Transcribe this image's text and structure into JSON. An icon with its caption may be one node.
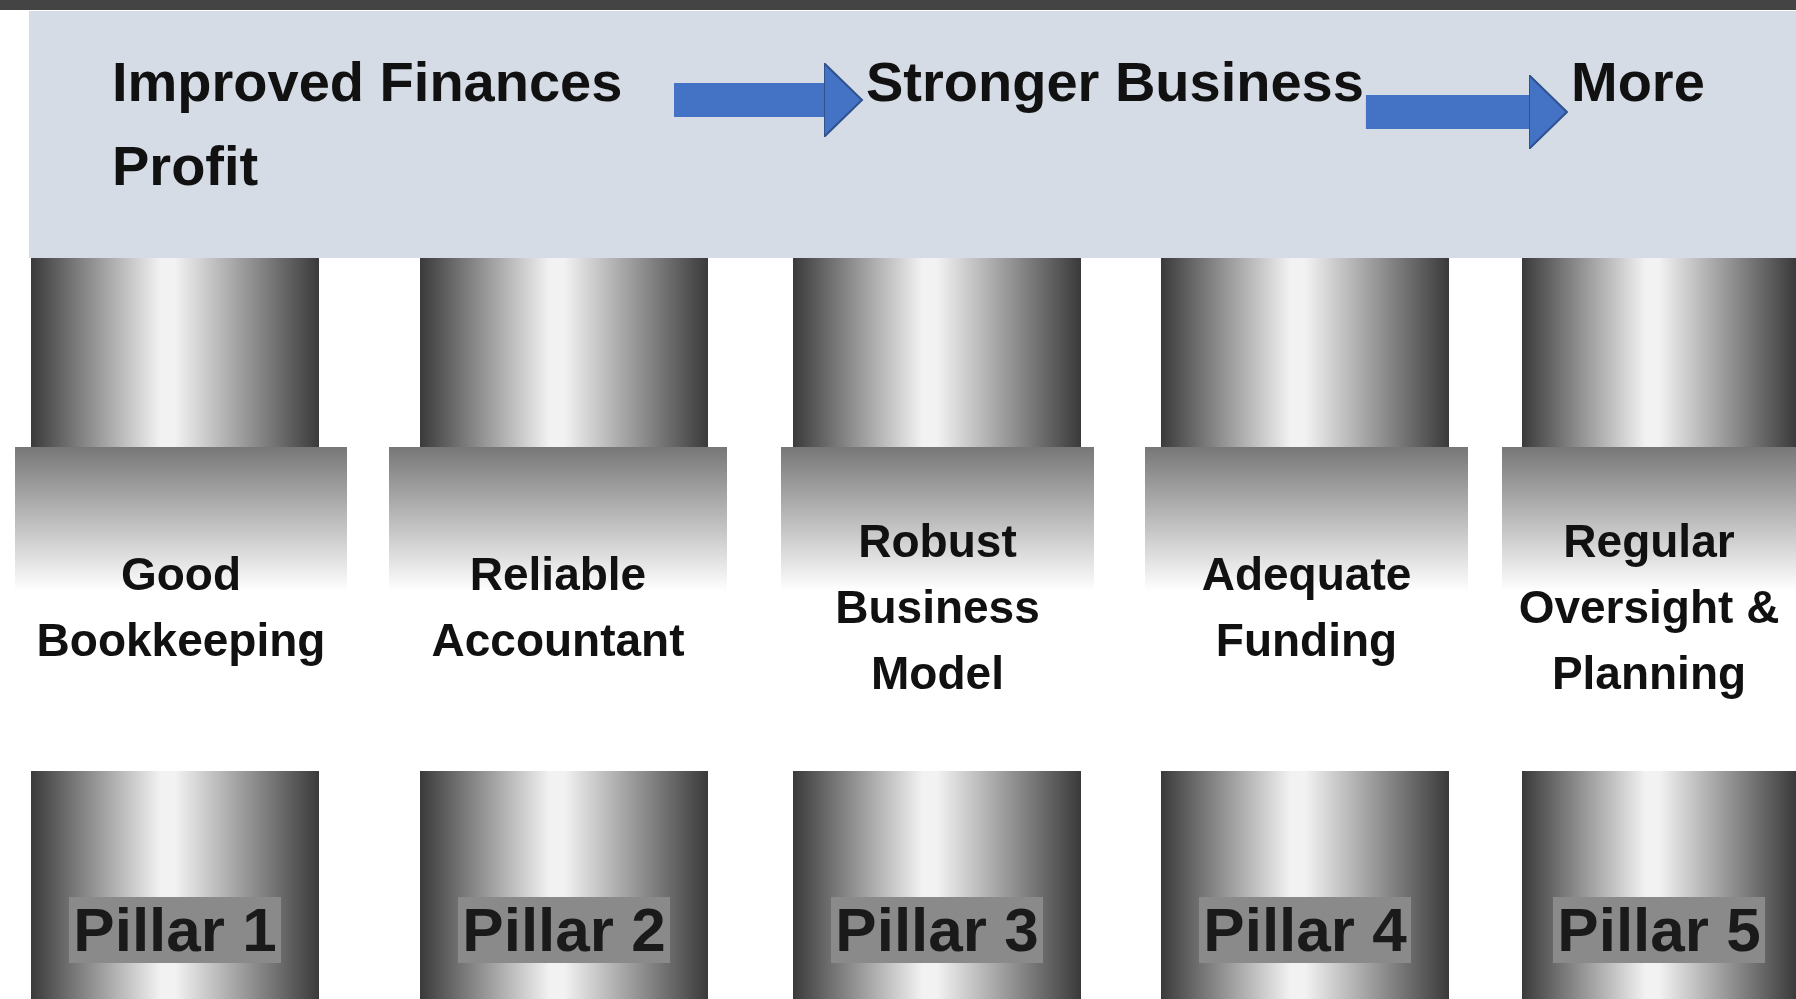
{
  "diagram": {
    "nodes": [
      {
        "text": [],
        "shape": "box"
      },
      {
        "text": [
          "Improved Finances Profit"
        ],
        "in": 0
      },
      {
        "text": [
          "Stronger Business"
        ],
        "in": 0
      },
      {
        "text": [
          "More"
        ],
        "in": 0
      },
      {
        "text": [],
        "shape": "bar"
      },
      {
        "text": [],
        "shape": "bar"
      },
      {
        "text": [],
        "shape": "bar"
      },
      {
        "text": [],
        "shape": "bar"
      },
      {
        "text": [],
        "shape": "bar"
      },
      {
        "text": [
          "Good Bookkeeping"
        ]
      },
      {
        "text": [
          "Reliable Accountant"
        ]
      },
      {
        "text": [
          "Robust Business Model"
        ]
      },
      {
        "text": [
          "Adequate Funding"
        ]
      },
      {
        "text": [
          "Regular Oversight & Planning"
        ]
      },
      {
        "text": [
          "Pillar 1"
        ]
      },
      {
        "text": [
          "Pillar 2"
        ]
      },
      {
        "text": [
          "Pillar 3"
        ]
      },
      {
        "text": [
          "Pillar 4"
        ]
      },
      {
        "text": [
          "Pillar 5"
        ]
      }
    ],
    "edges": [
      {
        "from": 1,
        "to": 2,
        "arrow": "to"
      },
      {
        "from": 2,
        "to": 3,
        "arrow": "to"
      }
    ]
  }
}
